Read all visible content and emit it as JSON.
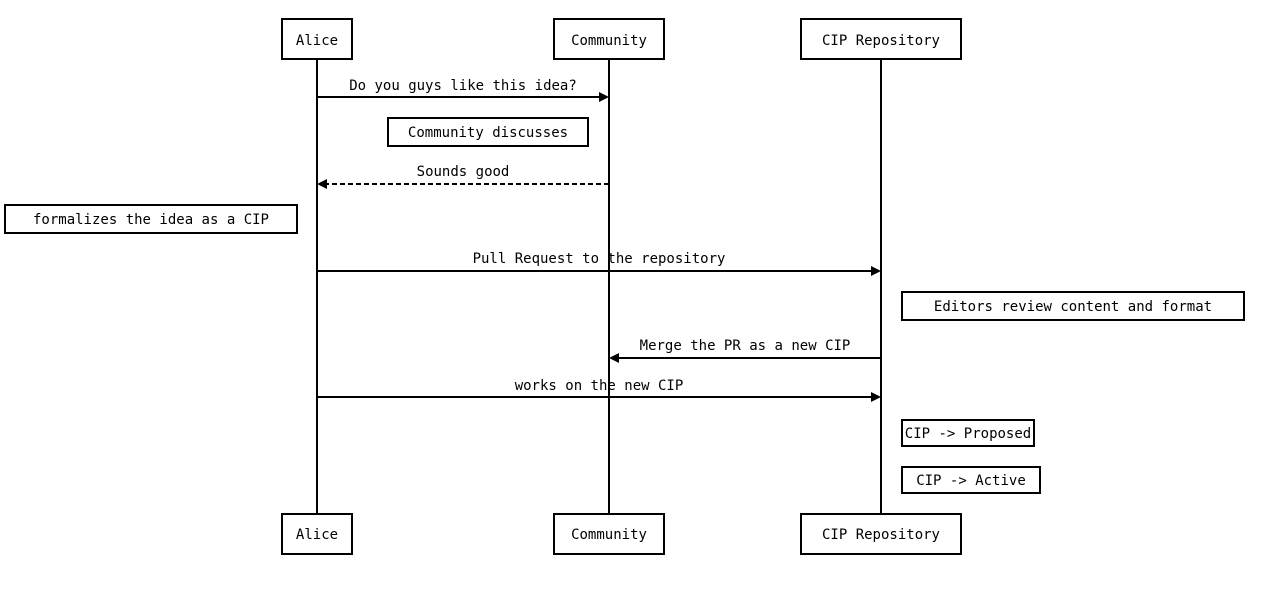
{
  "participants": [
    {
      "id": "alice",
      "label": "Alice"
    },
    {
      "id": "community",
      "label": "Community"
    },
    {
      "id": "repo",
      "label": "CIP Repository"
    }
  ],
  "messages": [
    {
      "from": "alice",
      "to": "community",
      "label": "Do you guys like this idea?",
      "style": "solid"
    },
    {
      "from": "community",
      "to": "alice",
      "label": "Sounds good",
      "style": "dashed"
    },
    {
      "from": "alice",
      "to": "repo",
      "label": "Pull Request to the repository",
      "style": "solid"
    },
    {
      "from": "repo",
      "to": "community",
      "label": "Merge the PR as a new CIP",
      "style": "solid"
    },
    {
      "from": "alice",
      "to": "repo",
      "label": "works on the new CIP",
      "style": "solid"
    }
  ],
  "notes": [
    {
      "label": "Community discusses"
    },
    {
      "label": "formalizes the idea as a CIP"
    },
    {
      "label": "Editors review content and format"
    },
    {
      "label": "CIP -> Proposed"
    },
    {
      "label": "CIP -> Active"
    }
  ]
}
